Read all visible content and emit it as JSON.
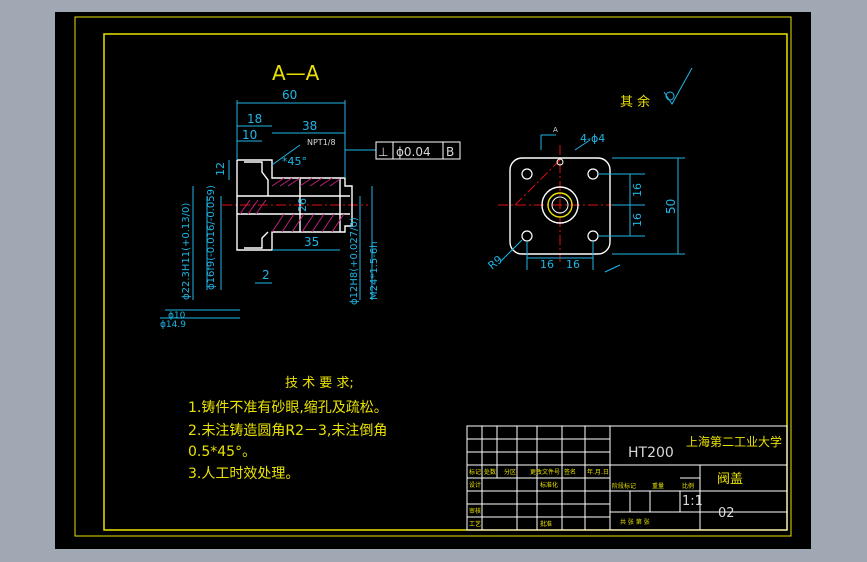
{
  "section_title": "A—A",
  "surface_note": "其 余",
  "tolerance_frame": {
    "symbol": "⊥",
    "value": "ϕ0.04",
    "datum": "B"
  },
  "thread_note": "NPT1/8",
  "chamfer_note": "*45°",
  "dims_top": {
    "d60": "60",
    "d38": "38",
    "d18": "18",
    "d10": "10",
    "d12": "12"
  },
  "dims_side": {
    "d35": "35",
    "d2": "2",
    "d26": "26"
  },
  "dims_vertical": {
    "v1": "ϕ22.3H11(+0.13/0)",
    "v2": "ϕ16f9(-0.016/-0.059)",
    "v3": "ϕ12H8(+0.027/0)",
    "v4": "M24*1.5-6h",
    "v5": "ϕ10",
    "v6": "ϕ14.9"
  },
  "right_view": {
    "hole": "4-ϕ4",
    "r9": "R9",
    "d16a": "16",
    "d16b": "16",
    "d16c": "16",
    "d16d": "16",
    "d50": "50",
    "arrow_a": "A"
  },
  "tech_title": "技 术 要 求;",
  "tech_lines": [
    "1.铸件不准有砂眼,缩孔及疏松。",
    "2.未注铸造圆角R2－3,未注倒角",
    "0.5*45°。",
    "3.人工时效处理。"
  ],
  "title_block": {
    "material": "HT200",
    "school": "上海第二工业大学",
    "part_name": "阀盖",
    "scale": "1:1",
    "drawing_no": "02",
    "row_labels": [
      "标记",
      "处数",
      "分区",
      "更改文件号",
      "签名",
      "年.月.日"
    ],
    "design_label": "设计",
    "check_label": "审核",
    "craft_label": "工艺",
    "std_label": "标准化",
    "approve_label": "批准",
    "stage_label": "阶段标记",
    "weight_label": "重量",
    "scale_label": "比例",
    "sheet_label": "共 张 第 张"
  },
  "colors": {
    "background": "#000000",
    "frame": "#e9e200",
    "dimension": "#1fb6e6",
    "centerline": "#e01010",
    "hatch": "#c0207a"
  }
}
